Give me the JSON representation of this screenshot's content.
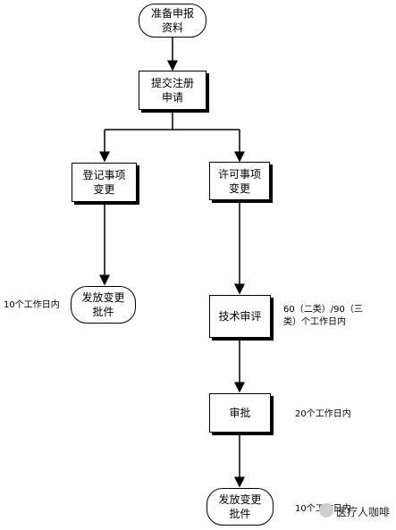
{
  "nodes": {
    "prepare": "准备申报\n资料",
    "submit": "提交注册\n申请",
    "register_change": "登记事项\n变更",
    "license_change": "许可事项\n变更",
    "issue_left": "发放变更\n批件",
    "tech_review": "技术审评",
    "approval": "审批",
    "issue_right": "发放变更\n批件"
  },
  "notes": {
    "left_days": "10个工作日内",
    "tech_days": "60（二类）/90（三\n类）个工作日内",
    "approval_days": "20个工作日内",
    "issue_days": "10个工作日内"
  },
  "watermark": {
    "text": "医疗人咖啡"
  }
}
